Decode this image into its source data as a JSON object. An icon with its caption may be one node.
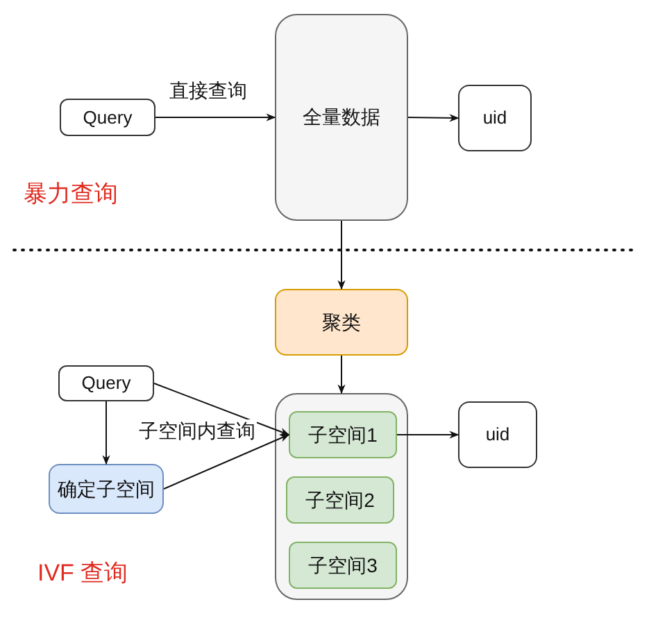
{
  "diagram": {
    "nodes": [
      {
        "text": [
          "Query"
        ]
      },
      {
        "text": [
          "全量数据"
        ]
      },
      {
        "text": [
          "uid"
        ]
      },
      {
        "text": [
          "聚类"
        ]
      },
      {
        "text": [],
        "shape": "box"
      },
      {
        "text": [
          "子空间1"
        ],
        "in": 4
      },
      {
        "text": [
          "子空间2"
        ],
        "in": 4
      },
      {
        "text": [
          "子空间3"
        ],
        "in": 4
      },
      {
        "text": [
          "uid"
        ]
      },
      {
        "text": [
          "Query"
        ]
      },
      {
        "text": [
          "确定子空间"
        ]
      }
    ],
    "edges": [
      {
        "from": 0,
        "to": 1,
        "arrow": "to",
        "label": "直接查询"
      },
      {
        "from": 1,
        "to": 2,
        "arrow": "to"
      },
      {
        "from": 1,
        "to": 3,
        "arrow": "to"
      },
      {
        "from": 3,
        "to": 4,
        "arrow": "to"
      },
      {
        "from": 9,
        "to": 5,
        "arrow": "to",
        "label": "子空间内查询"
      },
      {
        "from": 10,
        "to": 5,
        "arrow": "to"
      },
      {
        "from": 9,
        "to": 10,
        "arrow": "to"
      },
      {
        "from": 5,
        "to": 8,
        "arrow": "to"
      }
    ],
    "labels": [
      "暴力查询",
      "IVF 查询"
    ]
  }
}
